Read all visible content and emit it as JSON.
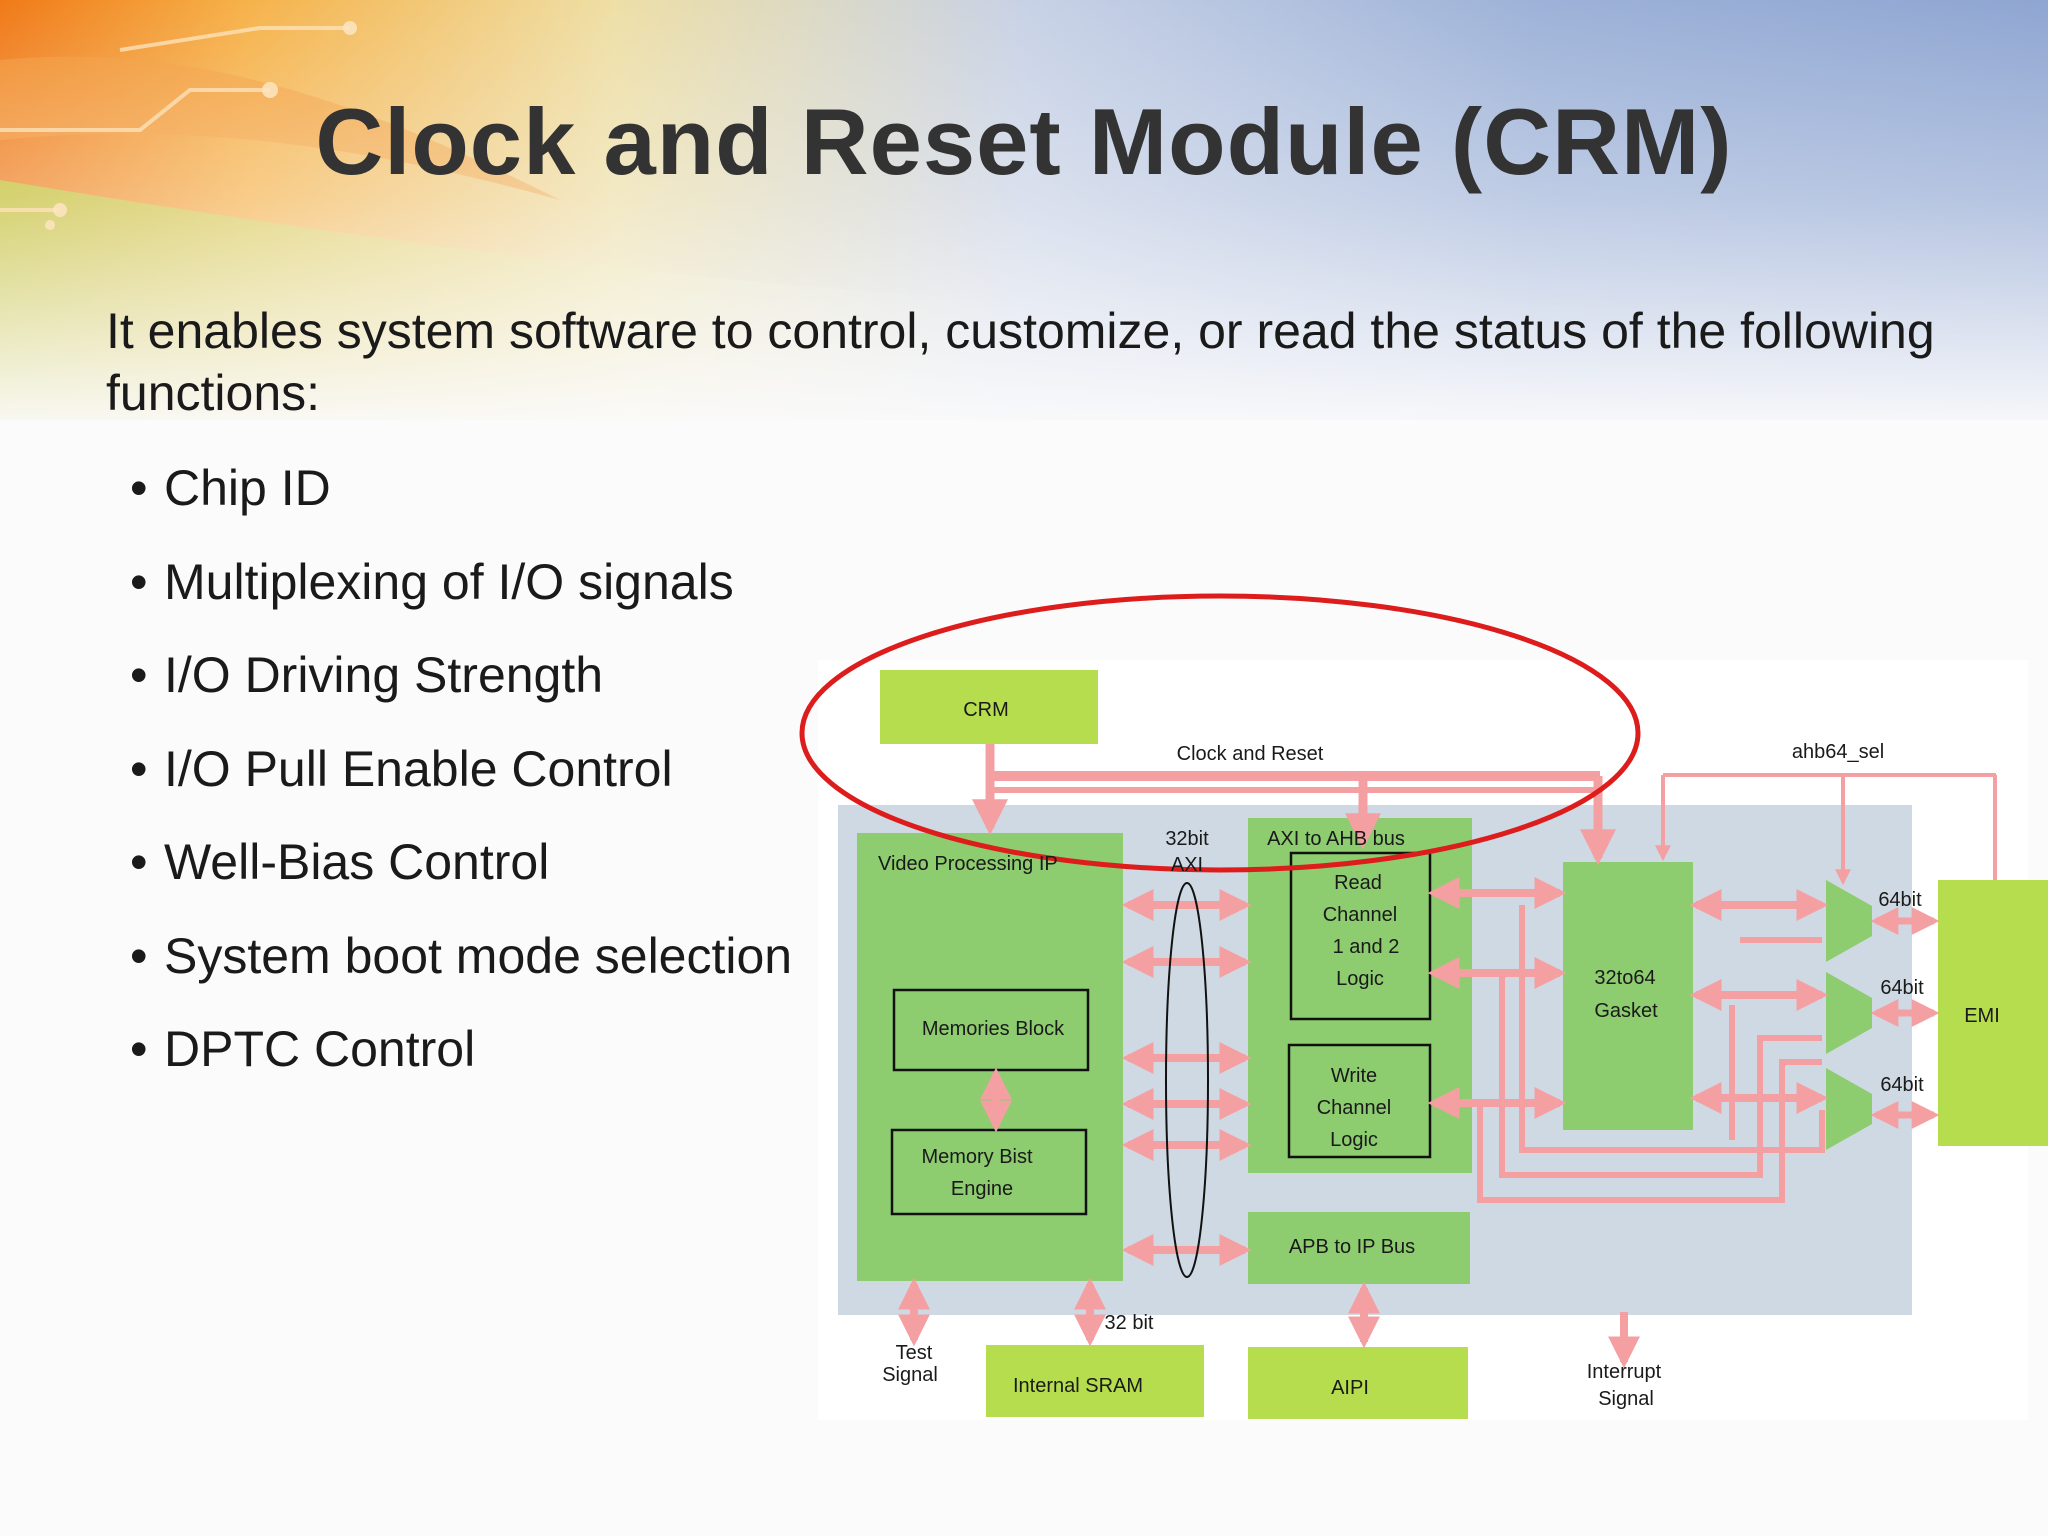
{
  "slide": {
    "title": "Clock and Reset Module (CRM)",
    "intro": "It enables system software to control, customize, or read the status of the following functions:",
    "bullets": [
      "Chip ID",
      "Multiplexing of I/O signals",
      "I/O Driving Strength",
      "I/O Pull Enable Control",
      "Well-Bias Control",
      "System boot mode selection",
      "DPTC Control"
    ]
  },
  "diagram": {
    "crm": "CRM",
    "clock_reset": "Clock and Reset",
    "ahb_sel": "ahb64_sel",
    "video_ip": "Video Processing IP",
    "axi_32": "32bit",
    "axi_label": "AXI",
    "axi_ahb": "AXI to AHB bus",
    "read_channel": [
      "Read",
      "Channel",
      "1 and 2",
      "Logic"
    ],
    "write_channel": [
      "Write",
      "Channel",
      "Logic"
    ],
    "memories_block": "Memories Block",
    "memory_bist": [
      "Memory Bist",
      "Engine"
    ],
    "gasket": [
      "32to64",
      "Gasket"
    ],
    "bit64_a": "64bit",
    "bit64_b": "64bit",
    "bit64_c": "64bit",
    "emi": "EMI",
    "apb": "APB to IP Bus",
    "test_signal": [
      "Test",
      "Signal"
    ],
    "bit32": "32 bit",
    "sram": "Internal SRAM",
    "aipi": "AIPI",
    "interrupt": [
      "Interrupt",
      "Signal"
    ],
    "colors": {
      "green_block": "#8dcc6f",
      "lime_block": "#b6dd4e",
      "panel": "#cfd9e3",
      "arrow": "#f4a0a3",
      "ellipse": "#dd1c1c"
    }
  }
}
